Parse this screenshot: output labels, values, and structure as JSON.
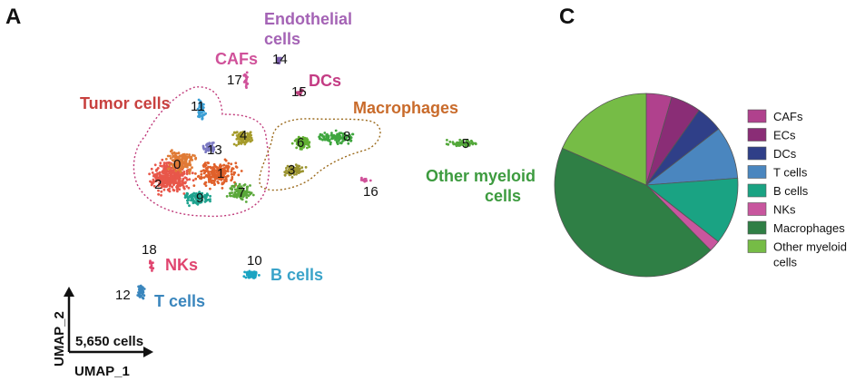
{
  "panels": {
    "left_letter": "A",
    "right_letter": "C"
  },
  "umap": {
    "x_axis_label": "UMAP_1",
    "y_axis_label": "UMAP_2",
    "scale_label": "5,650 cells",
    "cell_type_labels": [
      {
        "key": "tumor",
        "text": "Tumor cells",
        "color": "#c8413f"
      },
      {
        "key": "cafs",
        "text": "CAFs",
        "color": "#d0529a"
      },
      {
        "key": "endo1",
        "text": "Endothelial",
        "color": "#a463b5"
      },
      {
        "key": "endo2",
        "text": "cells",
        "color": "#a463b5"
      },
      {
        "key": "dcs",
        "text": "DCs",
        "color": "#c43c84"
      },
      {
        "key": "macro",
        "text": "Macrophages",
        "color": "#c96b2b"
      },
      {
        "key": "myeloid1",
        "text": "Other myeloid",
        "color": "#3d9b3f"
      },
      {
        "key": "myeloid2",
        "text": "cells",
        "color": "#3d9b3f"
      },
      {
        "key": "nks",
        "text": "NKs",
        "color": "#e0456f"
      },
      {
        "key": "bcells",
        "text": "B cells",
        "color": "#3aa3c9"
      },
      {
        "key": "tcells",
        "text": "T cells",
        "color": "#3a86bd"
      }
    ],
    "cluster_ids": [
      "0",
      "1",
      "2",
      "3",
      "4",
      "5",
      "6",
      "7",
      "8",
      "9",
      "10",
      "11",
      "12",
      "13",
      "14",
      "15",
      "16",
      "17",
      "18"
    ]
  },
  "chart_data": {
    "type": "pie",
    "title": "",
    "legend_position": "right",
    "slices": [
      {
        "name": "CAFs",
        "value": 4.5,
        "color": "#b0418d"
      },
      {
        "name": "ECs",
        "value": 5.3,
        "color": "#8a2d76"
      },
      {
        "name": "DCs",
        "value": 4.7,
        "color": "#2f3f88"
      },
      {
        "name": "T cells",
        "value": 9.3,
        "color": "#4a86bf"
      },
      {
        "name": "B cells",
        "value": 11.8,
        "color": "#1aa383"
      },
      {
        "name": "NKs",
        "value": 2.0,
        "color": "#c8569e"
      },
      {
        "name": "Macrophages",
        "value": 44.0,
        "color": "#2f7f45"
      },
      {
        "name": "Other myeloid cells",
        "value": 18.4,
        "color": "#76bc46"
      }
    ],
    "legend_lines": [
      [
        "CAFs"
      ],
      [
        "ECs"
      ],
      [
        "DCs"
      ],
      [
        "T cells"
      ],
      [
        "B cells"
      ],
      [
        "NKs"
      ],
      [
        "Macrophages"
      ],
      [
        "Other myeloid",
        "cells"
      ]
    ]
  }
}
